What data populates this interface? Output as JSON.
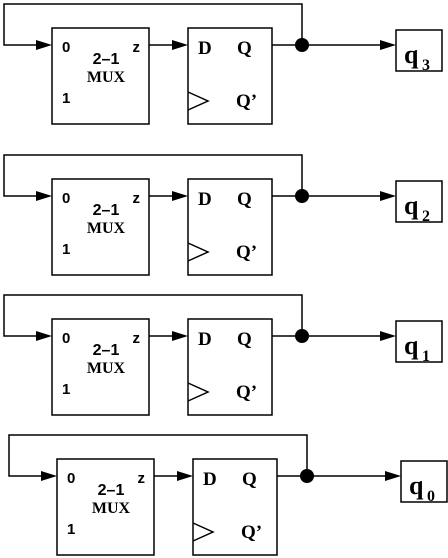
{
  "colors": {
    "stroke": "#000000",
    "background": "#ffffff"
  },
  "stages": [
    {
      "mux_in0": "0",
      "mux_in1": "1",
      "mux_title": "2–1",
      "mux_name": "MUX",
      "mux_out": "z",
      "ff_d": "D",
      "ff_q": "Q",
      "ff_qbar": "Q’",
      "output_name": "q",
      "output_sub": "3"
    },
    {
      "mux_in0": "0",
      "mux_in1": "1",
      "mux_title": "2–1",
      "mux_name": "MUX",
      "mux_out": "z",
      "ff_d": "D",
      "ff_q": "Q",
      "ff_qbar": "Q’",
      "output_name": "q",
      "output_sub": "2"
    },
    {
      "mux_in0": "0",
      "mux_in1": "1",
      "mux_title": "2–1",
      "mux_name": "MUX",
      "mux_out": "z",
      "ff_d": "D",
      "ff_q": "Q",
      "ff_qbar": "Q’",
      "output_name": "q",
      "output_sub": "1"
    },
    {
      "mux_in0": "0",
      "mux_in1": "1",
      "mux_title": "2–1",
      "mux_name": "MUX",
      "mux_out": "z",
      "ff_d": "D",
      "ff_q": "Q",
      "ff_qbar": "Q’",
      "output_name": "q",
      "output_sub": "0"
    }
  ]
}
